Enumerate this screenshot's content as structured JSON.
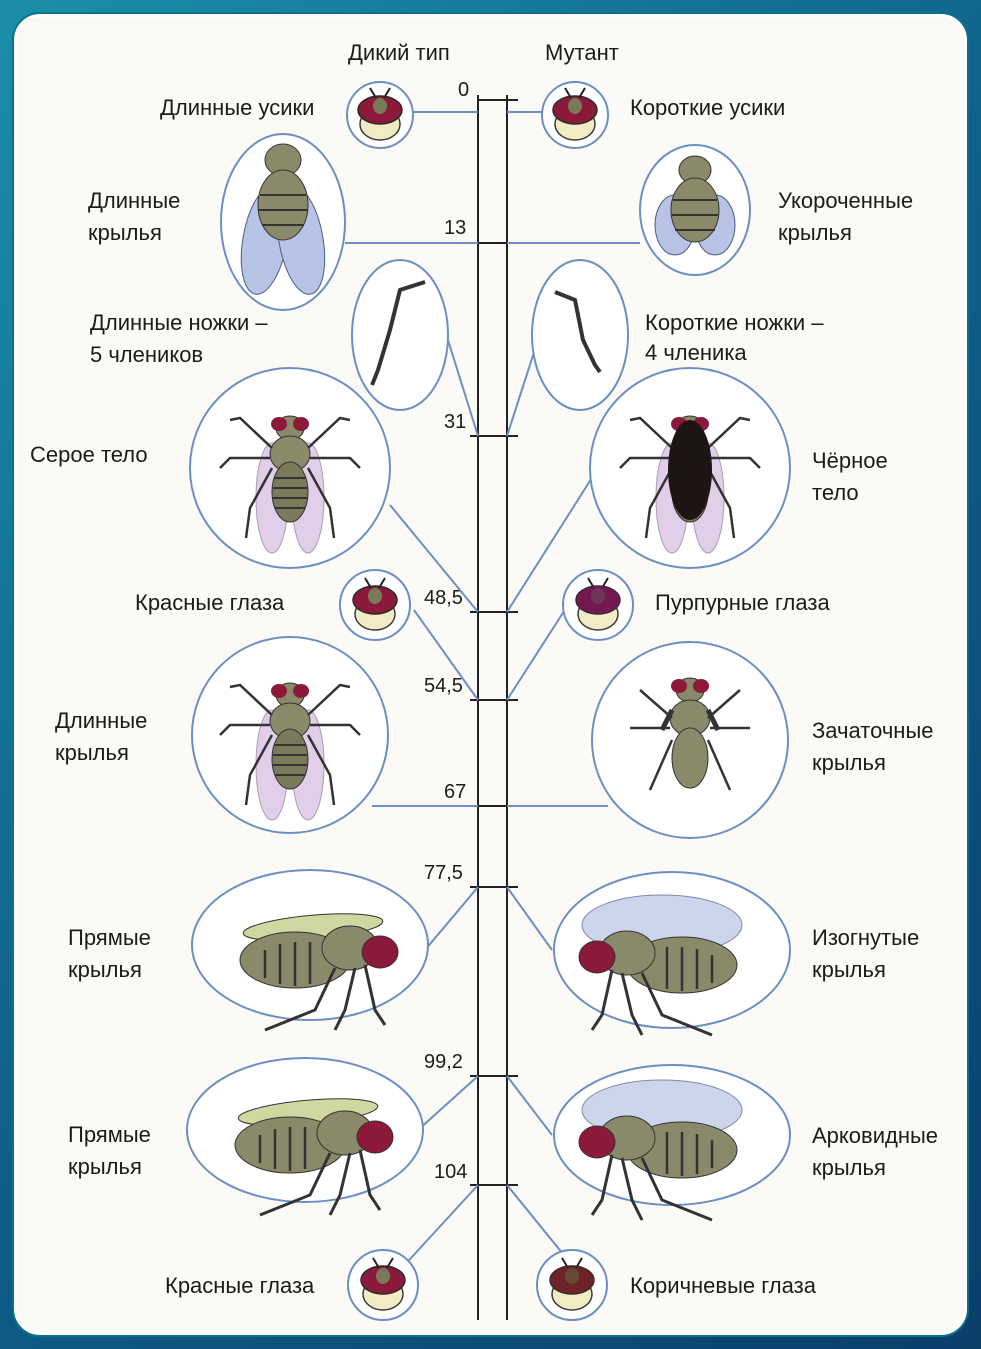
{
  "headers": {
    "wild": "Дикий тип",
    "mutant": "Мутант"
  },
  "loci": [
    "0",
    "13",
    "31",
    "48,5",
    "54,5",
    "67",
    "77,5",
    "99,2",
    "104"
  ],
  "wild_traits": [
    "Длинные усики",
    [
      "Длинные",
      "крылья"
    ],
    [
      "Длинные ножки –",
      "5 члеников"
    ],
    "Серое тело",
    "Красные глаза",
    [
      "Длинные",
      "крылья"
    ],
    [
      "Прямые",
      "крылья"
    ],
    [
      "Прямые",
      "крылья"
    ],
    "Красные глаза"
  ],
  "mutant_traits": [
    "Короткие усики",
    [
      "Укороченные",
      "крылья"
    ],
    [
      "Короткие ножки –",
      "4 членика"
    ],
    [
      "Чёрное",
      "тело"
    ],
    "Пурпурные глаза",
    [
      "Зачаточные",
      "крылья"
    ],
    [
      "Изогнутые",
      "крылья"
    ],
    [
      "Арковидные",
      "крылья"
    ],
    "Коричневые глаза"
  ],
  "colors": {
    "frame": "#0f5f8a",
    "circle": "#6b8fc4",
    "fly_body": "#8a8a6a",
    "eye_red": "#8b1a3a",
    "wing": "#b8c4e6"
  }
}
